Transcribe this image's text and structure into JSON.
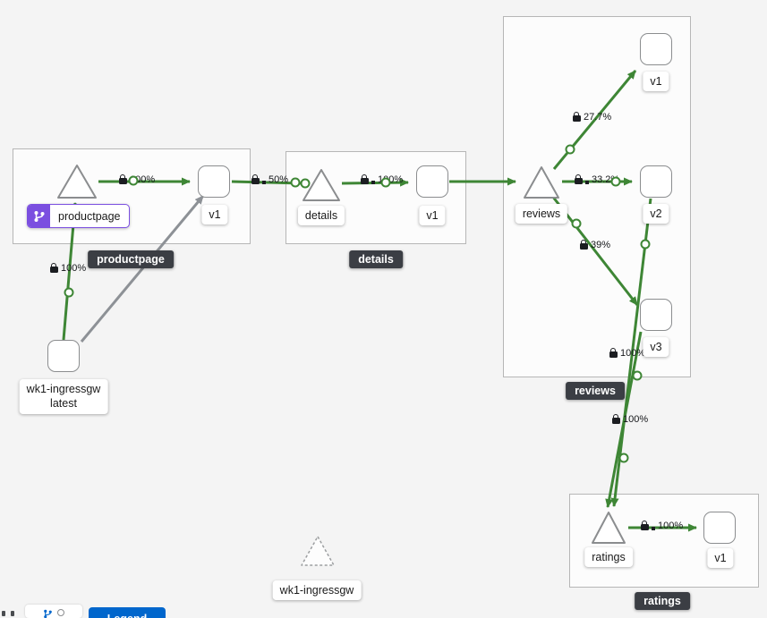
{
  "colors": {
    "edge_green": "#3e8635",
    "edge_gray": "#8d9196",
    "badge_purple": "#7b4fe0",
    "button_blue": "#0066cc",
    "tooltip_bg": "#3b3e44"
  },
  "groups": {
    "productpage": {
      "label": "productpage"
    },
    "details": {
      "label": "details"
    },
    "reviews": {
      "label": "reviews"
    },
    "ratings": {
      "label": "ratings"
    }
  },
  "nodes": {
    "productpage_service": "productpage",
    "productpage_v1": "v1",
    "details_service": "details",
    "details_v1": "v1",
    "reviews_service": "reviews",
    "reviews_v1": "v1",
    "reviews_v2": "v2",
    "reviews_v3": "v3",
    "ratings_service": "ratings",
    "ratings_v1": "v1",
    "ingress_name": "wk1-ingressgw",
    "ingress_version": "latest",
    "idle_service": "wk1-ingressgw"
  },
  "edges": {
    "ingress_to_productpage": "100%",
    "productpage_to_v1": "100%",
    "productpagev1_to_details": "50%",
    "details_to_v1": "100%",
    "reviews_to_v1": "27.7%",
    "reviews_to_v2": "33.2%",
    "reviews_to_v3": "39%",
    "reviewsv2_to_ratings": "100%",
    "reviewsv3_to_ratings": "100%",
    "ratings_to_v1": "100%"
  },
  "controls": {
    "legend_label": "Legend"
  }
}
